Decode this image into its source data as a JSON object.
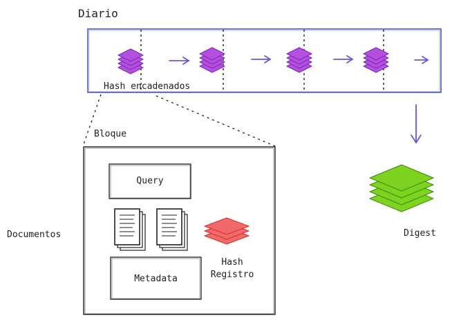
{
  "labels": {
    "diario": "Diario",
    "hash_encadenados": "Hash encadenados",
    "bloque": "Bloque",
    "query": "Query",
    "metadata": "Metadata",
    "documentos": "Documentos",
    "hash_registro_1": "Hash",
    "hash_registro_2": "Registro",
    "digest": "Digest"
  },
  "colors": {
    "ledger_border": "#3b4fc4",
    "hash_stack_fill": "#b64fe0",
    "hash_stack_stroke": "#7a2bb8",
    "chain_arrow": "#6b55d6",
    "record_hash_fill": "#f06a6a",
    "record_hash_stroke": "#d9302f",
    "digest_fill": "#7ed321",
    "digest_stroke": "#3e8e0c",
    "ink": "#1e1e1e"
  },
  "icons": [
    "layer-stack-icon",
    "document-icon",
    "arrow-right-icon",
    "arrow-down-icon"
  ]
}
